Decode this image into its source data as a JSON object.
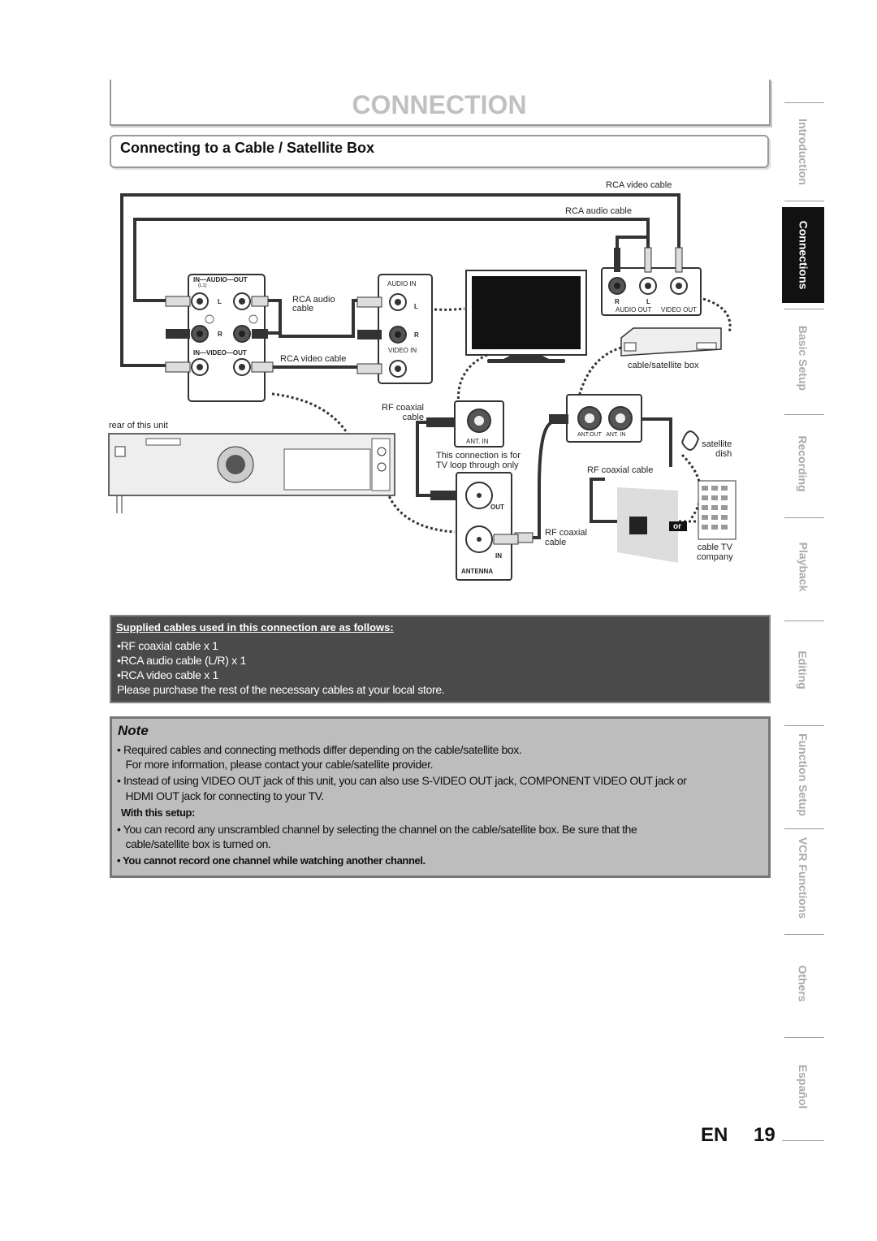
{
  "header": {
    "title": "CONNECTION"
  },
  "section": {
    "title": "Connecting to a Cable / Satellite Box"
  },
  "diagram": {
    "labels": {
      "rca_video_cable_top": "RCA video cable",
      "rca_audio_cable_top": "RCA audio  cable",
      "in_audio_out": "IN—AUDIO—OUT",
      "l1": "(L1)",
      "l": "L",
      "r": "R",
      "in_video_out": "IN—VIDEO—OUT",
      "rca_audio_cable_mid": "RCA audio\ncable",
      "rca_video_cable_mid": "RCA video cable",
      "audio_in": "AUDIO IN",
      "video_in": "VIDEO IN",
      "audio_out": "AUDIO OUT",
      "video_out": "VIDEO OUT",
      "cable_satellite_box": "cable/satellite box",
      "rf_coaxial_cable_1": "RF coaxial\ncable",
      "rear_of_unit": "rear of this unit",
      "ant_in_tv": "ANT. IN",
      "ant_out_box": "ANT.OUT   ANT. IN",
      "loop_note": "This connection is for\nTV loop through only",
      "rf_coaxial_cable_2": "RF coaxial cable",
      "satellite_dish": "satellite\ndish",
      "out": "OUT",
      "in": "IN",
      "antenna": "ANTENNA",
      "rf_coaxial_cable_3": "RF coaxial\ncable",
      "or": "or",
      "cable_tv_company": "cable TV\ncompany"
    }
  },
  "cables": {
    "heading": "Supplied cables used in this connection are as follows:",
    "items": [
      "•RF coaxial cable x 1",
      "•RCA audio cable (L/R) x 1",
      "•RCA video cable x 1"
    ],
    "footer": "Please purchase the rest of the necessary cables at your local store."
  },
  "note": {
    "title": "Note",
    "lines": [
      "• Required cables and connecting methods differ depending on the cable/satellite box.",
      "   For more information, please contact your cable/satellite provider.",
      "• Instead of using VIDEO OUT jack of this unit, you can also use S-VIDEO OUT jack, COMPONENT VIDEO OUT jack or",
      "   HDMI OUT jack for connecting to your TV."
    ],
    "subhead": "With this setup:",
    "lines2": [
      "• You can record any unscrambled channel by selecting the channel on the cable/satellite box. Be sure that the",
      "   cable/satellite box is turned on."
    ],
    "bold_line": "• You cannot record one channel while watching another channel."
  },
  "sidebar": {
    "tabs": [
      {
        "label": "Introduction"
      },
      {
        "label": "Connections",
        "active": true
      },
      {
        "label": "Basic Setup"
      },
      {
        "label": "Recording"
      },
      {
        "label": "Playback"
      },
      {
        "label": "Editing"
      },
      {
        "label": "Function Setup"
      },
      {
        "label": "VCR Functions"
      },
      {
        "label": "Others"
      },
      {
        "label": "Español"
      }
    ]
  },
  "footer": {
    "lang": "EN",
    "page": "19"
  }
}
